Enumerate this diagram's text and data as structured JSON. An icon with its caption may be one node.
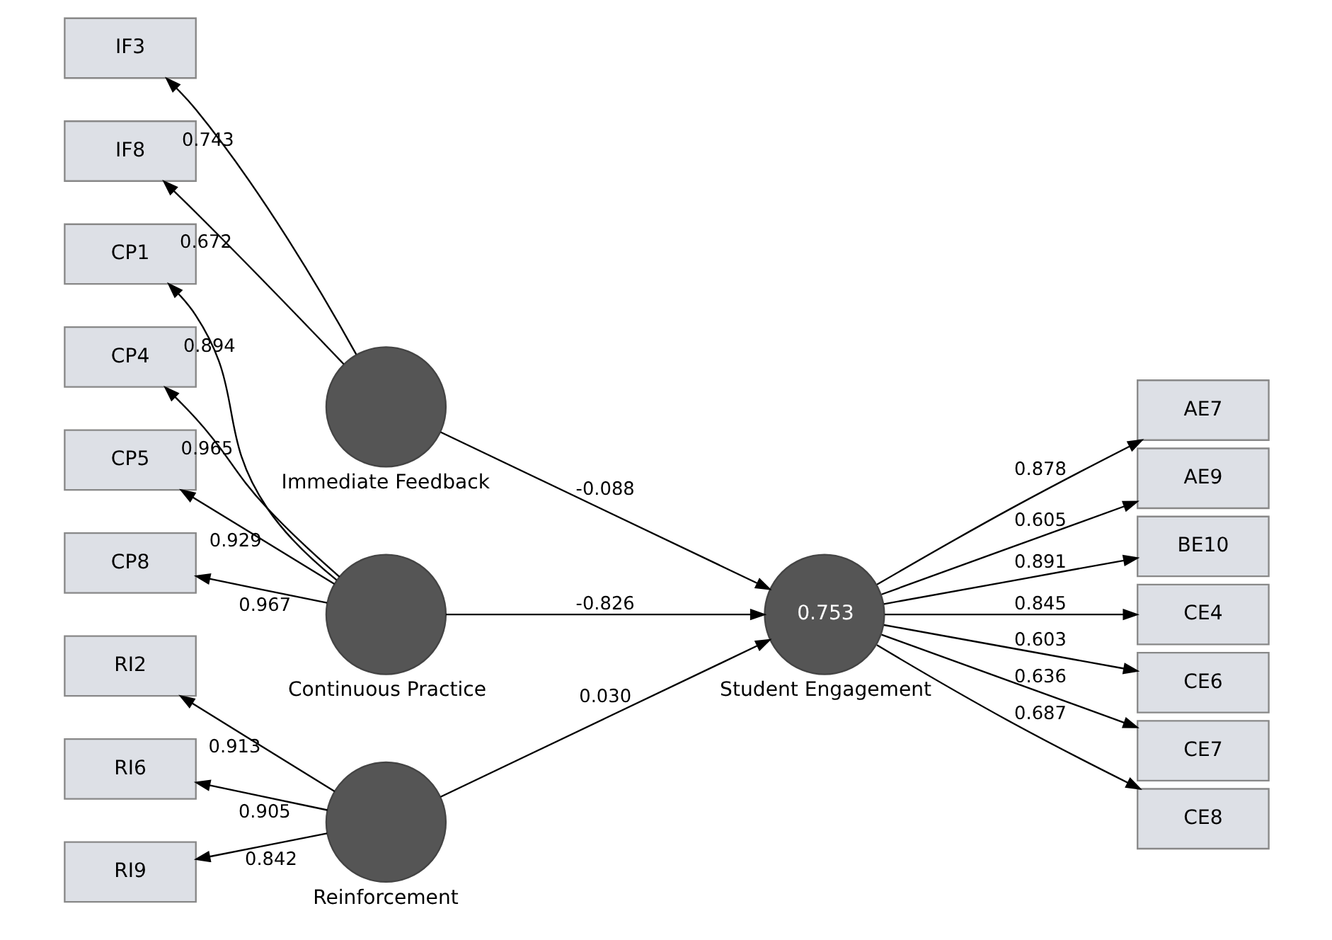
{
  "diagram": {
    "nodes": [
      {
        "text": [
          "IF3"
        ]
      },
      {
        "text": [
          "IF8"
        ]
      },
      {
        "text": [
          "Immediate Feedback"
        ]
      },
      {
        "text": [
          "CP1"
        ]
      },
      {
        "text": [
          "CP4"
        ]
      },
      {
        "text": [
          "CP5"
        ]
      },
      {
        "text": [
          "CP8"
        ]
      },
      {
        "text": [
          "Continuous Practice"
        ]
      },
      {
        "text": [
          "0.753",
          "Student Engagement"
        ]
      },
      {
        "text": [
          "AE7"
        ]
      },
      {
        "text": [
          "AE9"
        ]
      },
      {
        "text": [
          "BE10"
        ]
      },
      {
        "text": [
          "CE4"
        ]
      },
      {
        "text": [
          "CE6"
        ]
      },
      {
        "text": [
          "CE7"
        ]
      },
      {
        "text": [
          "CE8"
        ]
      },
      {
        "text": [
          "RI2"
        ]
      },
      {
        "text": [
          "RI6"
        ]
      },
      {
        "text": [
          "RI9"
        ]
      },
      {
        "text": [
          "Reinforcement"
        ]
      }
    ],
    "edges": [
      {
        "from": 2,
        "to": 0,
        "arrow": "to",
        "label": "0.743"
      },
      {
        "from": 2,
        "to": 1,
        "arrow": "to",
        "label": "0.672"
      },
      {
        "from": 2,
        "to": 8,
        "arrow": "to",
        "label": "-0.088"
      },
      {
        "from": 7,
        "to": 3,
        "arrow": "to",
        "label": "0.894"
      },
      {
        "from": 7,
        "to": 4,
        "arrow": "to",
        "label": "0.965"
      },
      {
        "from": 7,
        "to": 5,
        "arrow": "to",
        "label": "0.929"
      },
      {
        "from": 7,
        "to": 6,
        "arrow": "to",
        "label": "0.967"
      },
      {
        "from": 7,
        "to": 8,
        "arrow": "to",
        "label": "-0.826"
      },
      {
        "from": 8,
        "to": 9,
        "arrow": "to",
        "label": "0.878"
      },
      {
        "from": 8,
        "to": 10,
        "arrow": "to",
        "label": "0.605"
      },
      {
        "from": 8,
        "to": 11,
        "arrow": "to",
        "label": "0.891"
      },
      {
        "from": 8,
        "to": 12,
        "arrow": "to",
        "label": "0.845"
      },
      {
        "from": 8,
        "to": 13,
        "arrow": "to",
        "label": "0.603"
      },
      {
        "from": 8,
        "to": 14,
        "arrow": "to",
        "label": "0.636"
      },
      {
        "from": 8,
        "to": 15,
        "arrow": "to",
        "label": "0.687"
      },
      {
        "from": 19,
        "to": 16,
        "arrow": "to",
        "label": "0.913"
      },
      {
        "from": 19,
        "to": 17,
        "arrow": "to",
        "label": "0.905"
      },
      {
        "from": 19,
        "to": 18,
        "arrow": "to",
        "label": "0.842"
      },
      {
        "from": 19,
        "to": 8,
        "arrow": "to",
        "label": "0.030"
      }
    ]
  }
}
